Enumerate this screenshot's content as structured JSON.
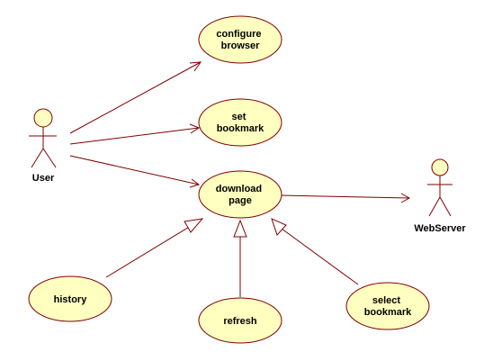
{
  "colors": {
    "line": "#800000",
    "usecase_fill": "#ffffc0",
    "background": "#ffffff"
  },
  "actors": {
    "user": "User",
    "webserver": "WebServer"
  },
  "use_cases": {
    "configure_browser": [
      "configure",
      "browser"
    ],
    "set_bookmark": [
      "set",
      "bookmark"
    ],
    "download_page": [
      "download",
      "page"
    ],
    "history": [
      "history"
    ],
    "refresh": [
      "refresh"
    ],
    "select_bookmark": [
      "select",
      "bookmark"
    ]
  },
  "relationships": [
    {
      "type": "association",
      "from": "User",
      "to": "configure browser"
    },
    {
      "type": "association",
      "from": "User",
      "to": "set bookmark"
    },
    {
      "type": "association",
      "from": "User",
      "to": "download page"
    },
    {
      "type": "association",
      "from": "download page",
      "to": "WebServer"
    },
    {
      "type": "generalization",
      "from": "history",
      "to": "download page"
    },
    {
      "type": "generalization",
      "from": "refresh",
      "to": "download page"
    },
    {
      "type": "generalization",
      "from": "select bookmark",
      "to": "download page"
    }
  ]
}
